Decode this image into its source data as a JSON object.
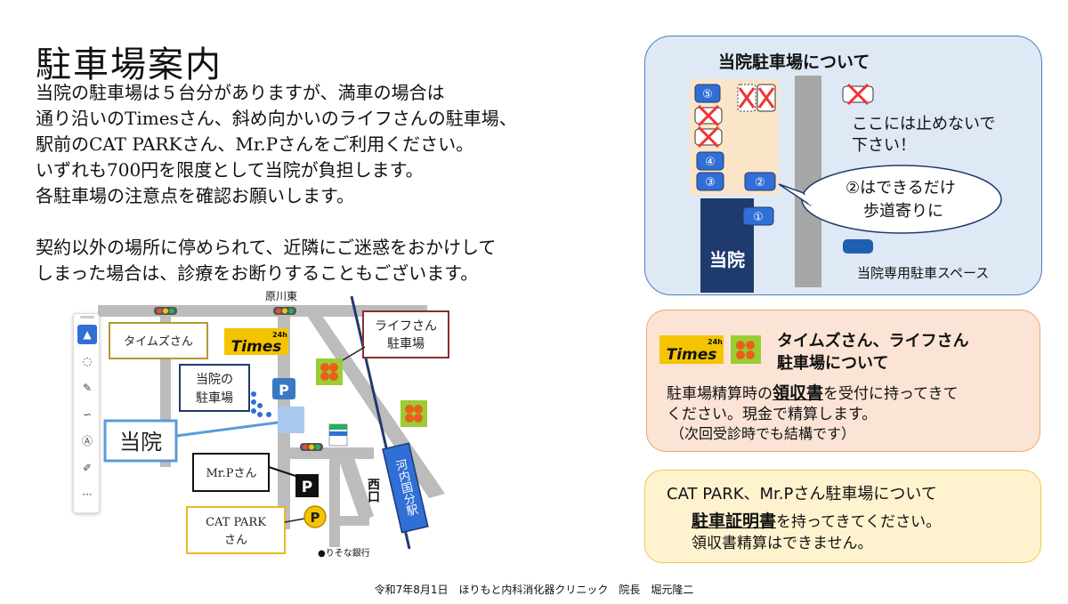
{
  "header": {
    "title": "駐車場案内",
    "intro_lines": [
      "当院の駐車場は５台分がありますが、満車の場合は",
      "通り沿いのTimesさん、斜め向かいのライフさんの駐車場、",
      "駅前のCAT PARKさん、Mr.Pさんをご利用ください。",
      "いずれも700円を限度として当院が負担します。",
      "各駐車場の注意点を確認お願いします。"
    ],
    "notice_lines": [
      "契約以外の場所に停められて、近隣にご迷惑をおかけして",
      "しまった場合は、診療をお断りすることもございます。"
    ]
  },
  "map": {
    "intersection_label": "原川東",
    "times_label": "タイムズさん",
    "times_logo_top": "24h",
    "times_logo": "Times",
    "life_label_line1": "ライフさん",
    "life_label_line2": "駐車場",
    "clinic_parking_line1": "当院の",
    "clinic_parking_line2": "駐車場",
    "parking_p": "P",
    "clinic_label": "当院",
    "mrp_label": "Mr.Pさん",
    "catpark_line1": "CAT PARK",
    "catpark_line2": "さん",
    "station_label": "河内国分駅",
    "west_exit_label": "西口",
    "bank_label": "●りそな銀行",
    "familymart_label": "FamilyMart"
  },
  "toolbar": {
    "tools": [
      "select",
      "comment",
      "pen",
      "lasso",
      "text",
      "highlighter",
      "more"
    ]
  },
  "panel_clinic": {
    "title": "当院駐車場について",
    "spaces": [
      "⑤",
      "④",
      "③",
      "②",
      "①"
    ],
    "no_parking_line1": "ここには止めないで",
    "no_parking_line2": "下さい！",
    "bubble_line1": "②はできるだけ",
    "bubble_line2": "歩道寄りに",
    "building_label": "当院",
    "legend_label": "当院専用駐車スペース",
    "accent_color": "#1f5fb0",
    "building_color": "#1f3b6e"
  },
  "panel_times_life": {
    "title_line1": "タイムズさん、ライフさん",
    "title_line2": "駐車場について",
    "logo_top": "24h",
    "logo": "Times",
    "text_line1_pre": "駐車場精算時の",
    "text_line1_em": "領収書",
    "text_line1_post": "を受付に持ってきて",
    "text_line2": "ください。現金で精算します。",
    "text_line3": "（次回受診時でも結構です）"
  },
  "panel_catpark": {
    "title": "CAT PARK、Mr.Pさん駐車場について",
    "text_line1_em": "駐車証明書",
    "text_line1_post": "を持ってきてください。",
    "text_line2": "領収書精算はできません。"
  },
  "footer": {
    "text": "令和7年8月1日　ほりもと内科消化器クリニック　院長　堀元隆二"
  }
}
